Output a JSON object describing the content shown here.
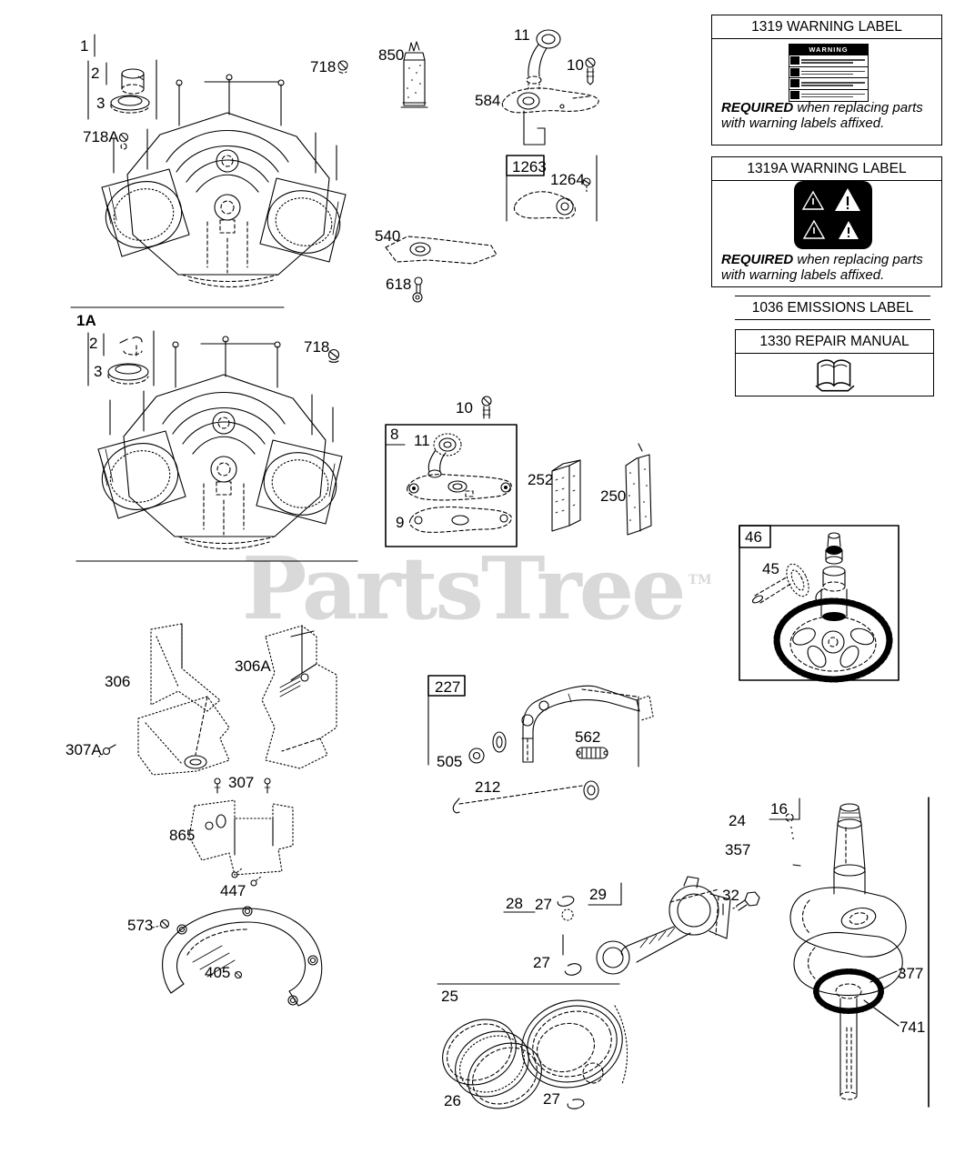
{
  "watermark": {
    "text": "PartsTree",
    "tm": "TM",
    "color": "#d9d9d9"
  },
  "colors": {
    "line": "#000000",
    "background": "#ffffff"
  },
  "callouts": {
    "g1_1": "1",
    "g1_2": "2",
    "g1_3": "3",
    "g1_718": "718",
    "g1_718a": "718A",
    "t_850": "850",
    "t_11": "11",
    "t_10": "10",
    "t_584": "584",
    "t_1263": "1263",
    "t_1264": "1264",
    "t_540": "540",
    "t_618": "618",
    "g2_1a": "1A",
    "g2_2": "2",
    "g2_3": "3",
    "g2_718": "718",
    "b8_8": "8",
    "b8_10": "10",
    "b8_11": "11",
    "b8_9": "9",
    "b8_252": "252",
    "b8_250": "250",
    "b46_46": "46",
    "b46_45": "45",
    "bf_306": "306",
    "bf_306a": "306A",
    "bf_307a": "307A",
    "bf_307": "307",
    "bf_865": "865",
    "bf_447": "447",
    "bf_573": "573",
    "bf_405": "405",
    "b227_227": "227",
    "b227_505": "505",
    "b227_562": "562",
    "b227_212": "212",
    "ck_16": "16",
    "ck_24": "24",
    "ck_357": "357",
    "ck_32": "32",
    "ck_377": "377",
    "ck_741": "741",
    "rp_28": "28",
    "rp_27a": "27",
    "rp_29": "29",
    "rp_27b": "27",
    "rp_25": "25",
    "rp_26": "26",
    "rp_27c": "27"
  },
  "info_boxes": {
    "warning_1319": {
      "title": "1319 WARNING LABEL",
      "label_header": "WARNING",
      "required_word": "REQUIRED",
      "required_rest": " when replacing parts",
      "required_line2": "with warning labels affixed."
    },
    "warning_1319a": {
      "title": "1319A WARNING LABEL",
      "required_word": "REQUIRED",
      "required_rest": " when replacing parts",
      "required_line2": "with warning labels affixed."
    },
    "emissions_1036": {
      "title": "1036 EMISSIONS LABEL"
    },
    "manual_1330": {
      "title": "1330 REPAIR MANUAL"
    }
  }
}
